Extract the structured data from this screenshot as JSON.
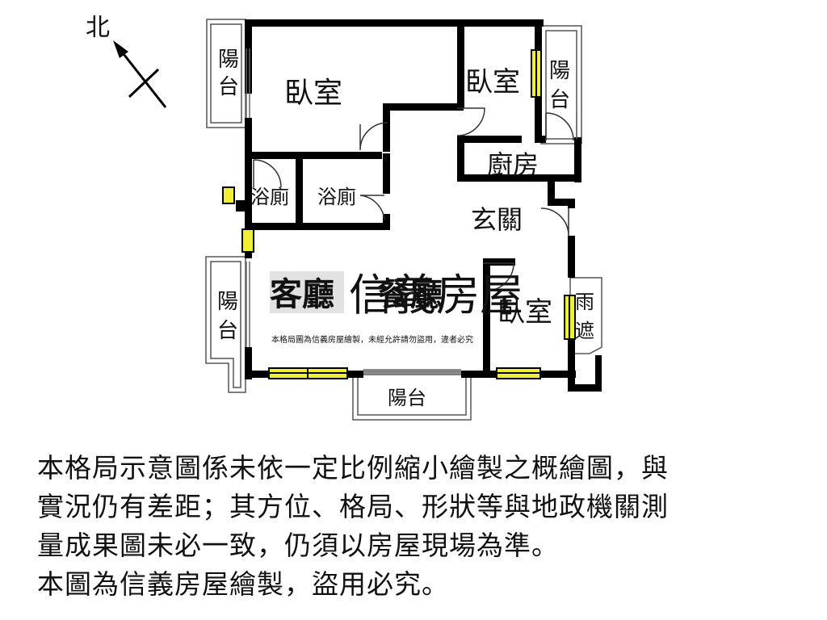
{
  "compass": {
    "north_label": "北"
  },
  "rooms": {
    "bedroom_nw": "臥室",
    "bedroom_ne": "臥室",
    "bedroom_se": "臥室",
    "balcony_nw": "陽台",
    "balcony_ne": "陽台",
    "balcony_w": "陽台",
    "balcony_s": "陽台",
    "kitchen": "廚房",
    "bath_1": "浴廁",
    "bath_2": "浴廁",
    "foyer": "玄關",
    "living": "客廳",
    "dining": "餐廳",
    "canopy": "雨遮"
  },
  "watermark": {
    "brand": "信義房屋",
    "notice": "本格局圖為信義房屋繪製，未經允許請勿盜用，違者必究"
  },
  "disclaimer": {
    "line1": "本格局示意圖係未依一定比例縮小繪製之概繪圖，與",
    "line2": "實況仍有差距；其方位、格局、形狀等與地政機關測",
    "line3": "量成果圖未必一致，仍須以房屋現場為準。",
    "line4": "本圖為信義房屋繪製，盜用必究。"
  },
  "colors": {
    "wall": "#000000",
    "window": "#f1ee36",
    "watermark": "#c8c8c8"
  }
}
